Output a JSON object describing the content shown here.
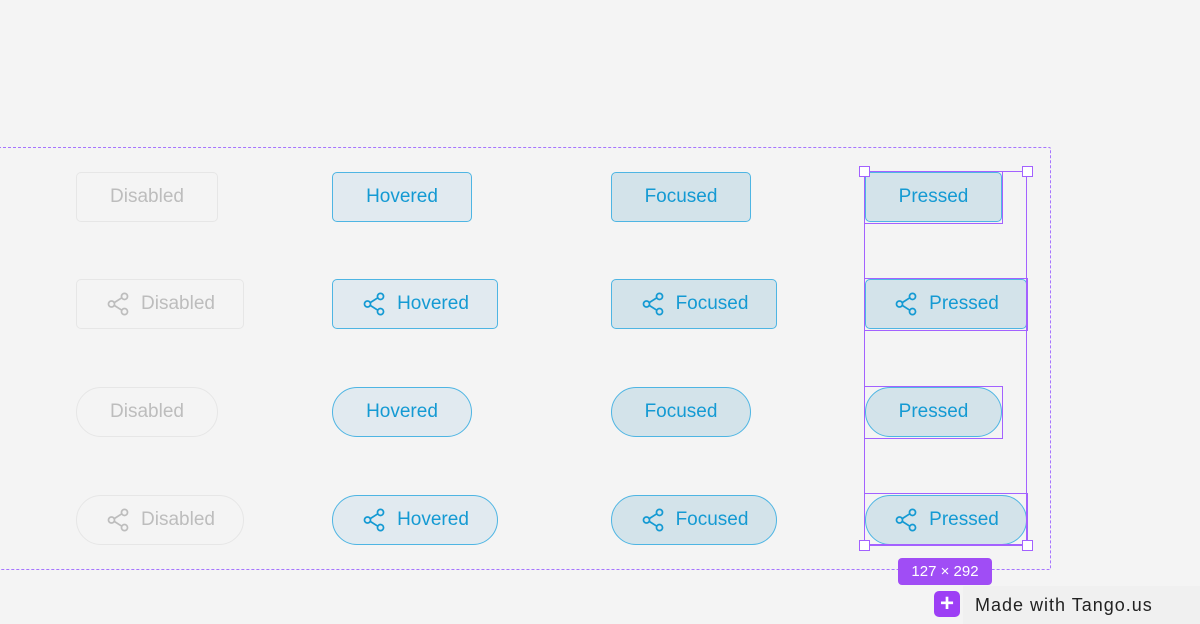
{
  "buttons": {
    "disabled_label": "Disabled",
    "hovered_label": "Hovered",
    "focused_label": "Focused",
    "pressed_label": "Pressed"
  },
  "icons": {
    "share": "share-icon",
    "add": "plus-icon"
  },
  "colors": {
    "accent_text": "#149ad3",
    "accent_border": "#4eb5e3",
    "selection": "#a361ff",
    "badge": "#a04df5"
  },
  "selection": {
    "dimensions": "127 × 292"
  },
  "watermark": {
    "text": "Made with Tango.us"
  }
}
